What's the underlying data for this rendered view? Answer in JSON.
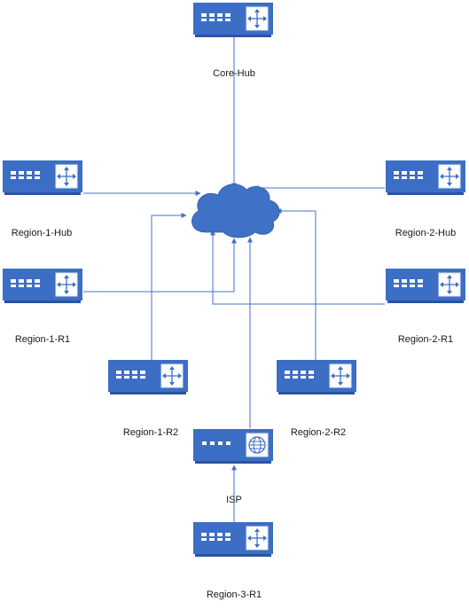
{
  "nodes": {
    "core_hub": {
      "label": "Core-Hub",
      "kind": "switch"
    },
    "region1_hub": {
      "label": "Region-1-Hub",
      "kind": "switch"
    },
    "region2_hub": {
      "label": "Region-2-Hub",
      "kind": "switch"
    },
    "region1_r1": {
      "label": "Region-1-R1",
      "kind": "switch"
    },
    "region2_r1": {
      "label": "Region-2-R1",
      "kind": "switch"
    },
    "region1_r2": {
      "label": "Region-1-R2",
      "kind": "switch"
    },
    "region2_r2": {
      "label": "Region-2-R2",
      "kind": "switch"
    },
    "isp": {
      "label": "ISP",
      "kind": "router"
    },
    "region3_r1": {
      "label": "Region-3-R1",
      "kind": "switch"
    },
    "cloud": {
      "label": "",
      "kind": "cloud"
    }
  },
  "edges": [
    {
      "from": "core_hub",
      "to": "cloud"
    },
    {
      "from": "region1_hub",
      "to": "cloud"
    },
    {
      "from": "region2_hub",
      "to": "cloud"
    },
    {
      "from": "region1_r1",
      "to": "cloud"
    },
    {
      "from": "region2_r1",
      "to": "cloud"
    },
    {
      "from": "region1_r2",
      "to": "cloud"
    },
    {
      "from": "region2_r2",
      "to": "cloud"
    },
    {
      "from": "isp",
      "to": "cloud"
    },
    {
      "from": "region3_r1",
      "to": "isp"
    }
  ],
  "colors": {
    "device": "#3c6ec5",
    "device_dark": "#2a549e",
    "line": "#4472c4",
    "cloud": "#3f72c6"
  }
}
